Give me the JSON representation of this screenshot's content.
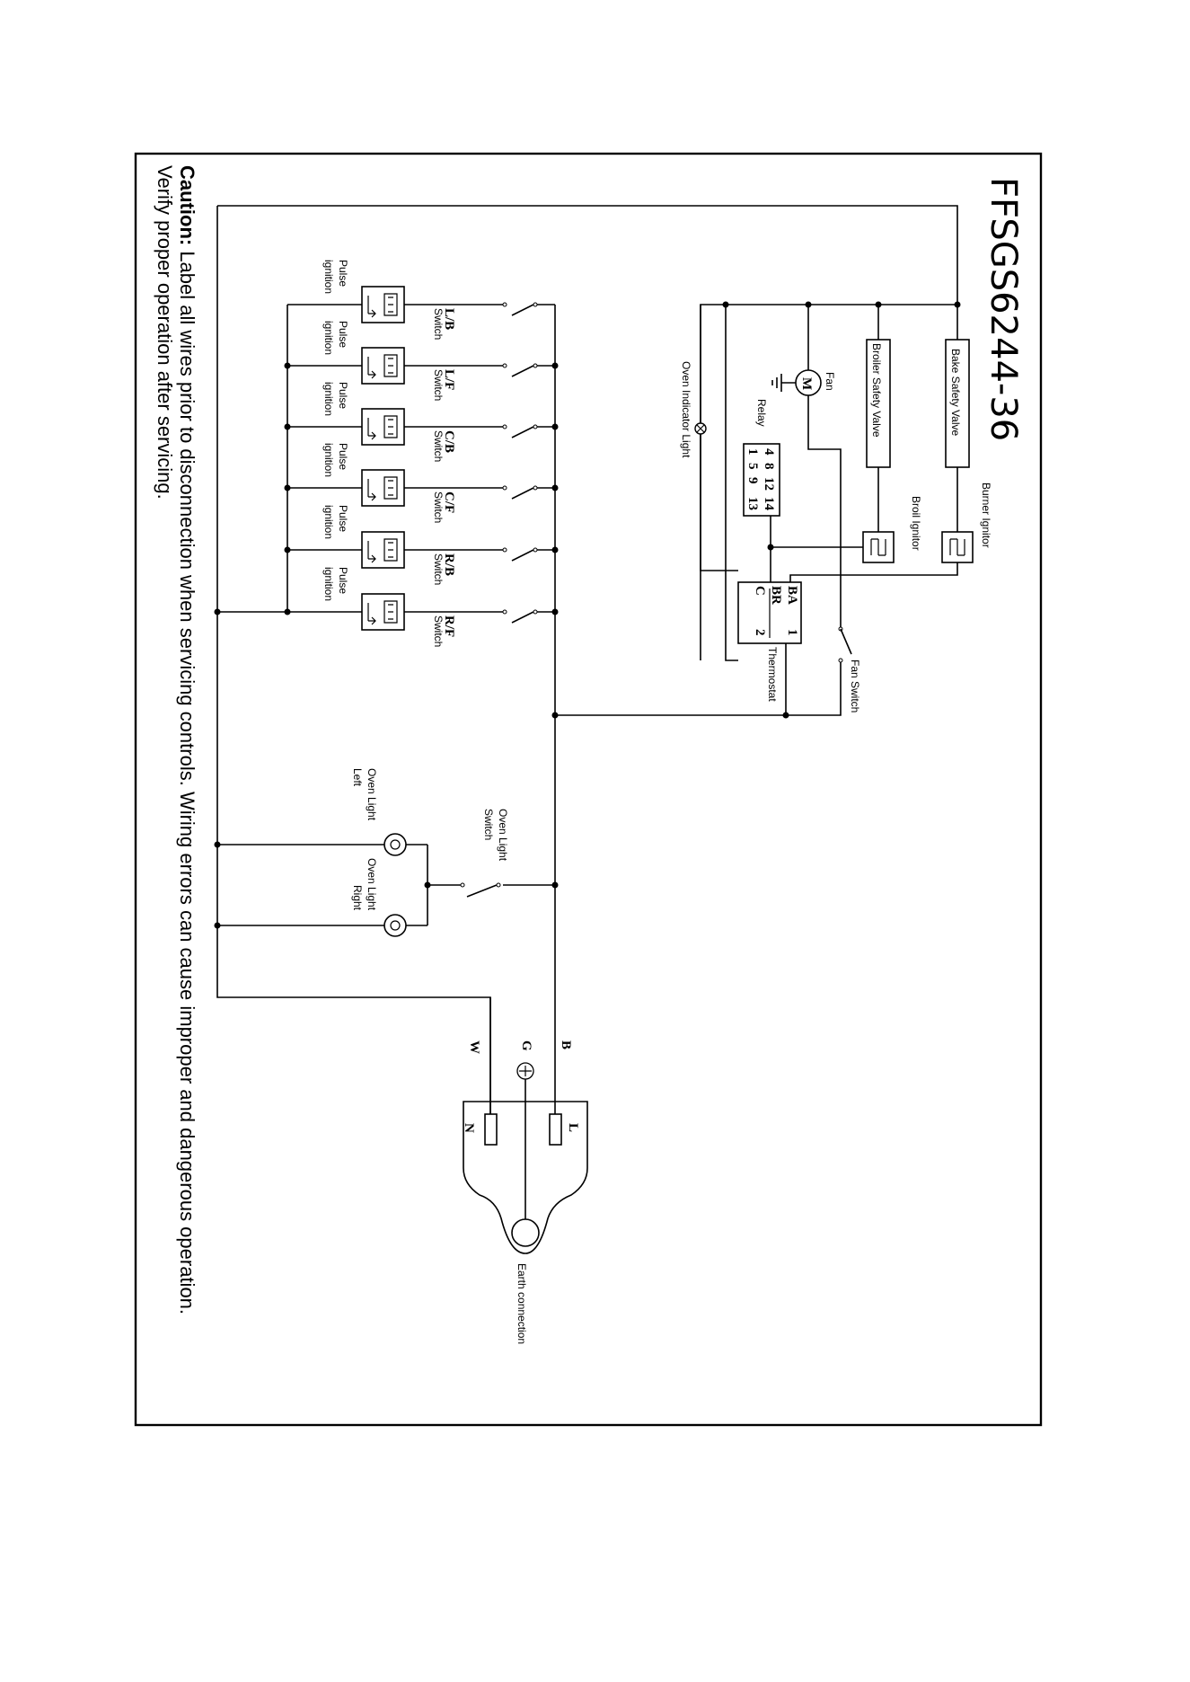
{
  "title": "FFSGS6244-36",
  "caution": {
    "label": "Caution:",
    "line1": " Label all wires prior to disconnection when servicing controls. Wiring errors can cause improper and dangerous operation.",
    "line2": "Verify proper operation after servicing."
  },
  "oven": {
    "bake_valve": "Bake Safety Valve",
    "broiler_valve": "Broiler Safety Valve",
    "burner_ignitor": "Burner Ignitor",
    "broil_ignitor": "Broil Ignitor",
    "fan": "Fan",
    "motor": "M",
    "relay": "Relay",
    "relay_pins": {
      "c1": "4",
      "c2": "8",
      "c3": "12",
      "c4": "14",
      "d1": "1",
      "d2": "5",
      "d3": "9",
      "d4": "13"
    },
    "indicator": "Oven Indicator Light",
    "thermostat": "Thermostat",
    "thermo_pins": {
      "ba": "BA",
      "br": "BR",
      "c": "C",
      "p1": "1",
      "p2": "2"
    },
    "fan_switch": "Fan Switch"
  },
  "burners": [
    {
      "switch": "L/B",
      "sub": "Switch",
      "ign1": "Pulse",
      "ign2": "ignition"
    },
    {
      "switch": "L/F",
      "sub": "Switch",
      "ign1": "Pulse",
      "ign2": "ignition"
    },
    {
      "switch": "C/B",
      "sub": "Switch",
      "ign1": "Pulse",
      "ign2": "ignition"
    },
    {
      "switch": "C/F",
      "sub": "Switch",
      "ign1": "Pulse",
      "ign2": "ignition"
    },
    {
      "switch": "R/B",
      "sub": "Switch",
      "ign1": "Pulse",
      "ign2": "ignition"
    },
    {
      "switch": "R/F",
      "sub": "Switch",
      "ign1": "Pulse",
      "ign2": "ignition"
    }
  ],
  "lights": {
    "switch1": "Oven Light",
    "switch2": "Switch",
    "left1": "Oven Light",
    "left2": "Left",
    "right1": "Oven Light",
    "right2": "Right"
  },
  "supply": {
    "b": "B",
    "g": "G",
    "w": "W",
    "l": "L",
    "n": "N",
    "earth": "Earth connection"
  }
}
